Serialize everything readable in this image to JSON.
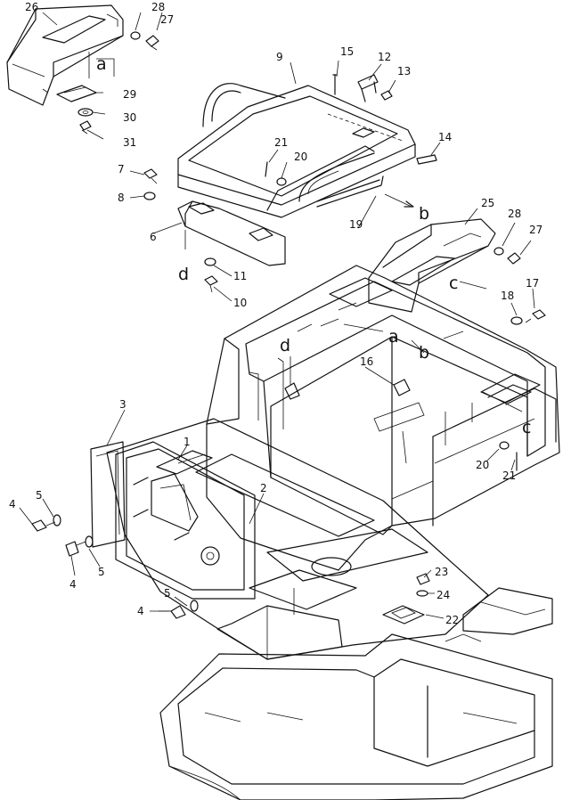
{
  "part_labels": {
    "p1": "1",
    "p2": "2",
    "p3": "3",
    "p4a": "4",
    "p4b": "4",
    "p4c": "4",
    "p5a": "5",
    "p5b": "5",
    "p5c": "5",
    "p6": "6",
    "p7": "7",
    "p8": "8",
    "p9": "9",
    "p10": "10",
    "p11": "11",
    "p12": "12",
    "p13": "13",
    "p14": "14",
    "p15": "15",
    "p16": "16",
    "p17": "17",
    "p18": "18",
    "p19": "19",
    "p20a": "20",
    "p20b": "20",
    "p21a": "21",
    "p21b": "21",
    "p22": "22",
    "p23": "23",
    "p24": "24",
    "p25": "25",
    "p26": "26",
    "p27a": "27",
    "p27b": "27",
    "p28a": "28",
    "p28b": "28",
    "p29": "29",
    "p30": "30",
    "p31": "31"
  },
  "ref_letters": {
    "a1": "a",
    "a2": "a",
    "b1": "b",
    "b2": "b",
    "c1": "c",
    "c2": "c",
    "d1": "d",
    "d2": "d"
  }
}
